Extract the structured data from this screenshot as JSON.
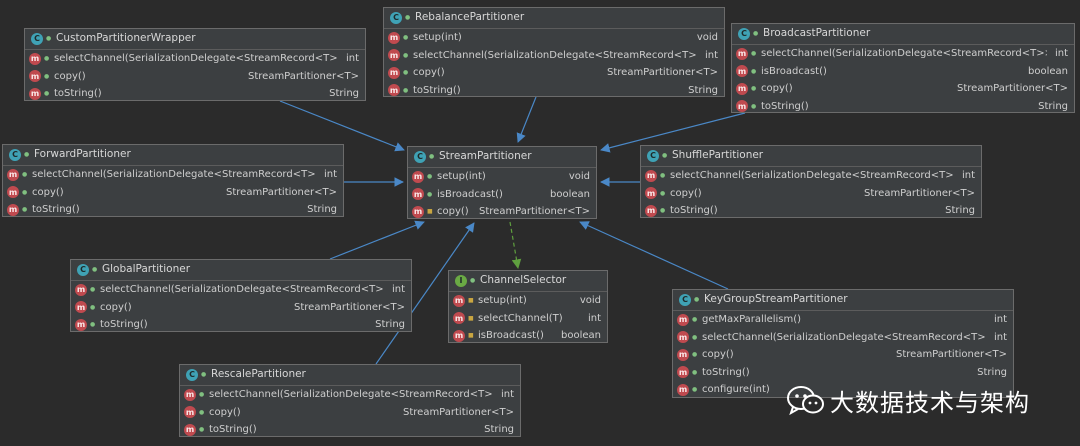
{
  "watermark": {
    "text": "大数据技术与架构",
    "icon": "wechat-icon"
  },
  "colors": {
    "background": "#2b2b2b",
    "box": "#3c3f41",
    "border": "#6b6b6b",
    "class_badge": "#3fa2b5",
    "interface_badge": "#6aaa44",
    "method_badge": "#c04a4f",
    "inherit_arrow": "#4a88c7",
    "implements_arrow": "#5f9f3f"
  },
  "boxes": [
    {
      "id": "CustomPartitionerWrapper",
      "kind": "class",
      "title": "CustomPartitionerWrapper",
      "methods": [
        {
          "name": "selectChannel(SerializationDelegate<StreamRecord<T>>)",
          "type": "int"
        },
        {
          "name": "copy()",
          "type": "StreamPartitioner<T>"
        },
        {
          "name": "toString()",
          "type": "String"
        }
      ]
    },
    {
      "id": "RebalancePartitioner",
      "kind": "class",
      "title": "RebalancePartitioner",
      "methods": [
        {
          "name": "setup(int)",
          "type": "void"
        },
        {
          "name": "selectChannel(SerializationDelegate<StreamRecord<T>>)",
          "type": "int"
        },
        {
          "name": "copy()",
          "type": "StreamPartitioner<T>"
        },
        {
          "name": "toString()",
          "type": "String"
        }
      ]
    },
    {
      "id": "BroadcastPartitioner",
      "kind": "class",
      "title": "BroadcastPartitioner",
      "methods": [
        {
          "name": "selectChannel(SerializationDelegate<StreamRecord<T>>)",
          "type": "int"
        },
        {
          "name": "isBroadcast()",
          "type": "boolean"
        },
        {
          "name": "copy()",
          "type": "StreamPartitioner<T>"
        },
        {
          "name": "toString()",
          "type": "String"
        }
      ]
    },
    {
      "id": "ForwardPartitioner",
      "kind": "class",
      "title": "ForwardPartitioner",
      "methods": [
        {
          "name": "selectChannel(SerializationDelegate<StreamRecord<T>>)",
          "type": "int"
        },
        {
          "name": "copy()",
          "type": "StreamPartitioner<T>"
        },
        {
          "name": "toString()",
          "type": "String"
        }
      ]
    },
    {
      "id": "StreamPartitioner",
      "kind": "class",
      "title": "StreamPartitioner",
      "methods": [
        {
          "name": "setup(int)",
          "type": "void"
        },
        {
          "name": "isBroadcast()",
          "type": "boolean"
        },
        {
          "name": "copy()",
          "type": "StreamPartitioner<T>",
          "lock": true
        }
      ]
    },
    {
      "id": "ShufflePartitioner",
      "kind": "class",
      "title": "ShufflePartitioner",
      "methods": [
        {
          "name": "selectChannel(SerializationDelegate<StreamRecord<T>>)",
          "type": "int"
        },
        {
          "name": "copy()",
          "type": "StreamPartitioner<T>"
        },
        {
          "name": "toString()",
          "type": "String"
        }
      ]
    },
    {
      "id": "GlobalPartitioner",
      "kind": "class",
      "title": "GlobalPartitioner",
      "methods": [
        {
          "name": "selectChannel(SerializationDelegate<StreamRecord<T>>)",
          "type": "int"
        },
        {
          "name": "copy()",
          "type": "StreamPartitioner<T>"
        },
        {
          "name": "toString()",
          "type": "String"
        }
      ]
    },
    {
      "id": "ChannelSelector",
      "kind": "interface",
      "title": "ChannelSelector",
      "methods": [
        {
          "name": "setup(int)",
          "type": "void",
          "lock": true
        },
        {
          "name": "selectChannel(T)",
          "type": "int",
          "lock": true
        },
        {
          "name": "isBroadcast()",
          "type": "boolean",
          "lock": true
        }
      ]
    },
    {
      "id": "KeyGroupStreamPartitioner",
      "kind": "class",
      "title": "KeyGroupStreamPartitioner",
      "methods": [
        {
          "name": "getMaxParallelism()",
          "type": "int"
        },
        {
          "name": "selectChannel(SerializationDelegate<StreamRecord<T>>)",
          "type": "int"
        },
        {
          "name": "copy()",
          "type": "StreamPartitioner<T>"
        },
        {
          "name": "toString()",
          "type": "String"
        },
        {
          "name": "configure(int)",
          "type": ""
        }
      ]
    },
    {
      "id": "RescalePartitioner",
      "kind": "class",
      "title": "RescalePartitioner",
      "methods": [
        {
          "name": "selectChannel(SerializationDelegate<StreamRecord<T>>)",
          "type": "int"
        },
        {
          "name": "copy()",
          "type": "StreamPartitioner<T>"
        },
        {
          "name": "toString()",
          "type": "String"
        }
      ]
    }
  ],
  "edges": [
    {
      "from": "CustomPartitionerWrapper",
      "to": "StreamPartitioner",
      "style": "extends"
    },
    {
      "from": "RebalancePartitioner",
      "to": "StreamPartitioner",
      "style": "extends"
    },
    {
      "from": "BroadcastPartitioner",
      "to": "StreamPartitioner",
      "style": "extends"
    },
    {
      "from": "ForwardPartitioner",
      "to": "StreamPartitioner",
      "style": "extends"
    },
    {
      "from": "ShufflePartitioner",
      "to": "StreamPartitioner",
      "style": "extends"
    },
    {
      "from": "GlobalPartitioner",
      "to": "StreamPartitioner",
      "style": "extends"
    },
    {
      "from": "RescalePartitioner",
      "to": "StreamPartitioner",
      "style": "extends"
    },
    {
      "from": "KeyGroupStreamPartitioner",
      "to": "StreamPartitioner",
      "style": "extends"
    },
    {
      "from": "StreamPartitioner",
      "to": "ChannelSelector",
      "style": "implements"
    }
  ]
}
